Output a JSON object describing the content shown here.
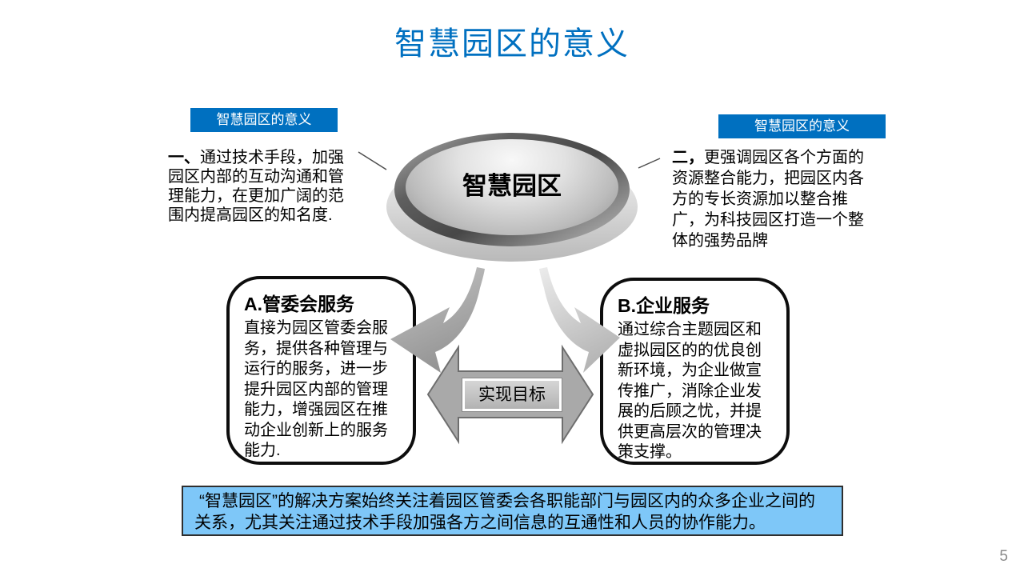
{
  "slide": {
    "title": "智慧园区的意义",
    "page_number": "5",
    "colors": {
      "accent_blue": "#0070C0",
      "footer_bg": "#7EC7F8"
    }
  },
  "left_callout": {
    "tag": "智慧园区的意义",
    "lead": "一、",
    "body": "通过技术手段，加强园区内部的互动沟通和管理能力，在更加广阔的范围内提高园区的知名度."
  },
  "right_callout": {
    "tag": "智慧园区的意义",
    "lead": "二，",
    "body": "更强调园区各个方面的资源整合能力，把园区内各方的专长资源加以整合推广，为科技园区打造一个整体的强势品牌"
  },
  "hub": {
    "label": "智慧园区"
  },
  "service_boxes": {
    "a": {
      "title": "A.管委会服务",
      "body": "直接为园区管委会服务，提供各种管理与运行的服务，进一步提升园区内部的管理能力，增强园区在推动企业创新上的服务能力."
    },
    "b": {
      "title": "B.企业服务",
      "body": "通过综合主题园区和虚拟园区的的优良创新环境，为企业做宣传推广，消除企业发展的后顾之忧，并提供更高层次的管理决策支撑。"
    }
  },
  "goal_arrow": {
    "label": "实现目标"
  },
  "footer": {
    "text": "“智慧园区”的解决方案始终关注着园区管委会各职能部门与园区内的众多企业之间的关系，尤其关注通过技术手段加强各方之间信息的互通性和人员的协作能力。"
  }
}
